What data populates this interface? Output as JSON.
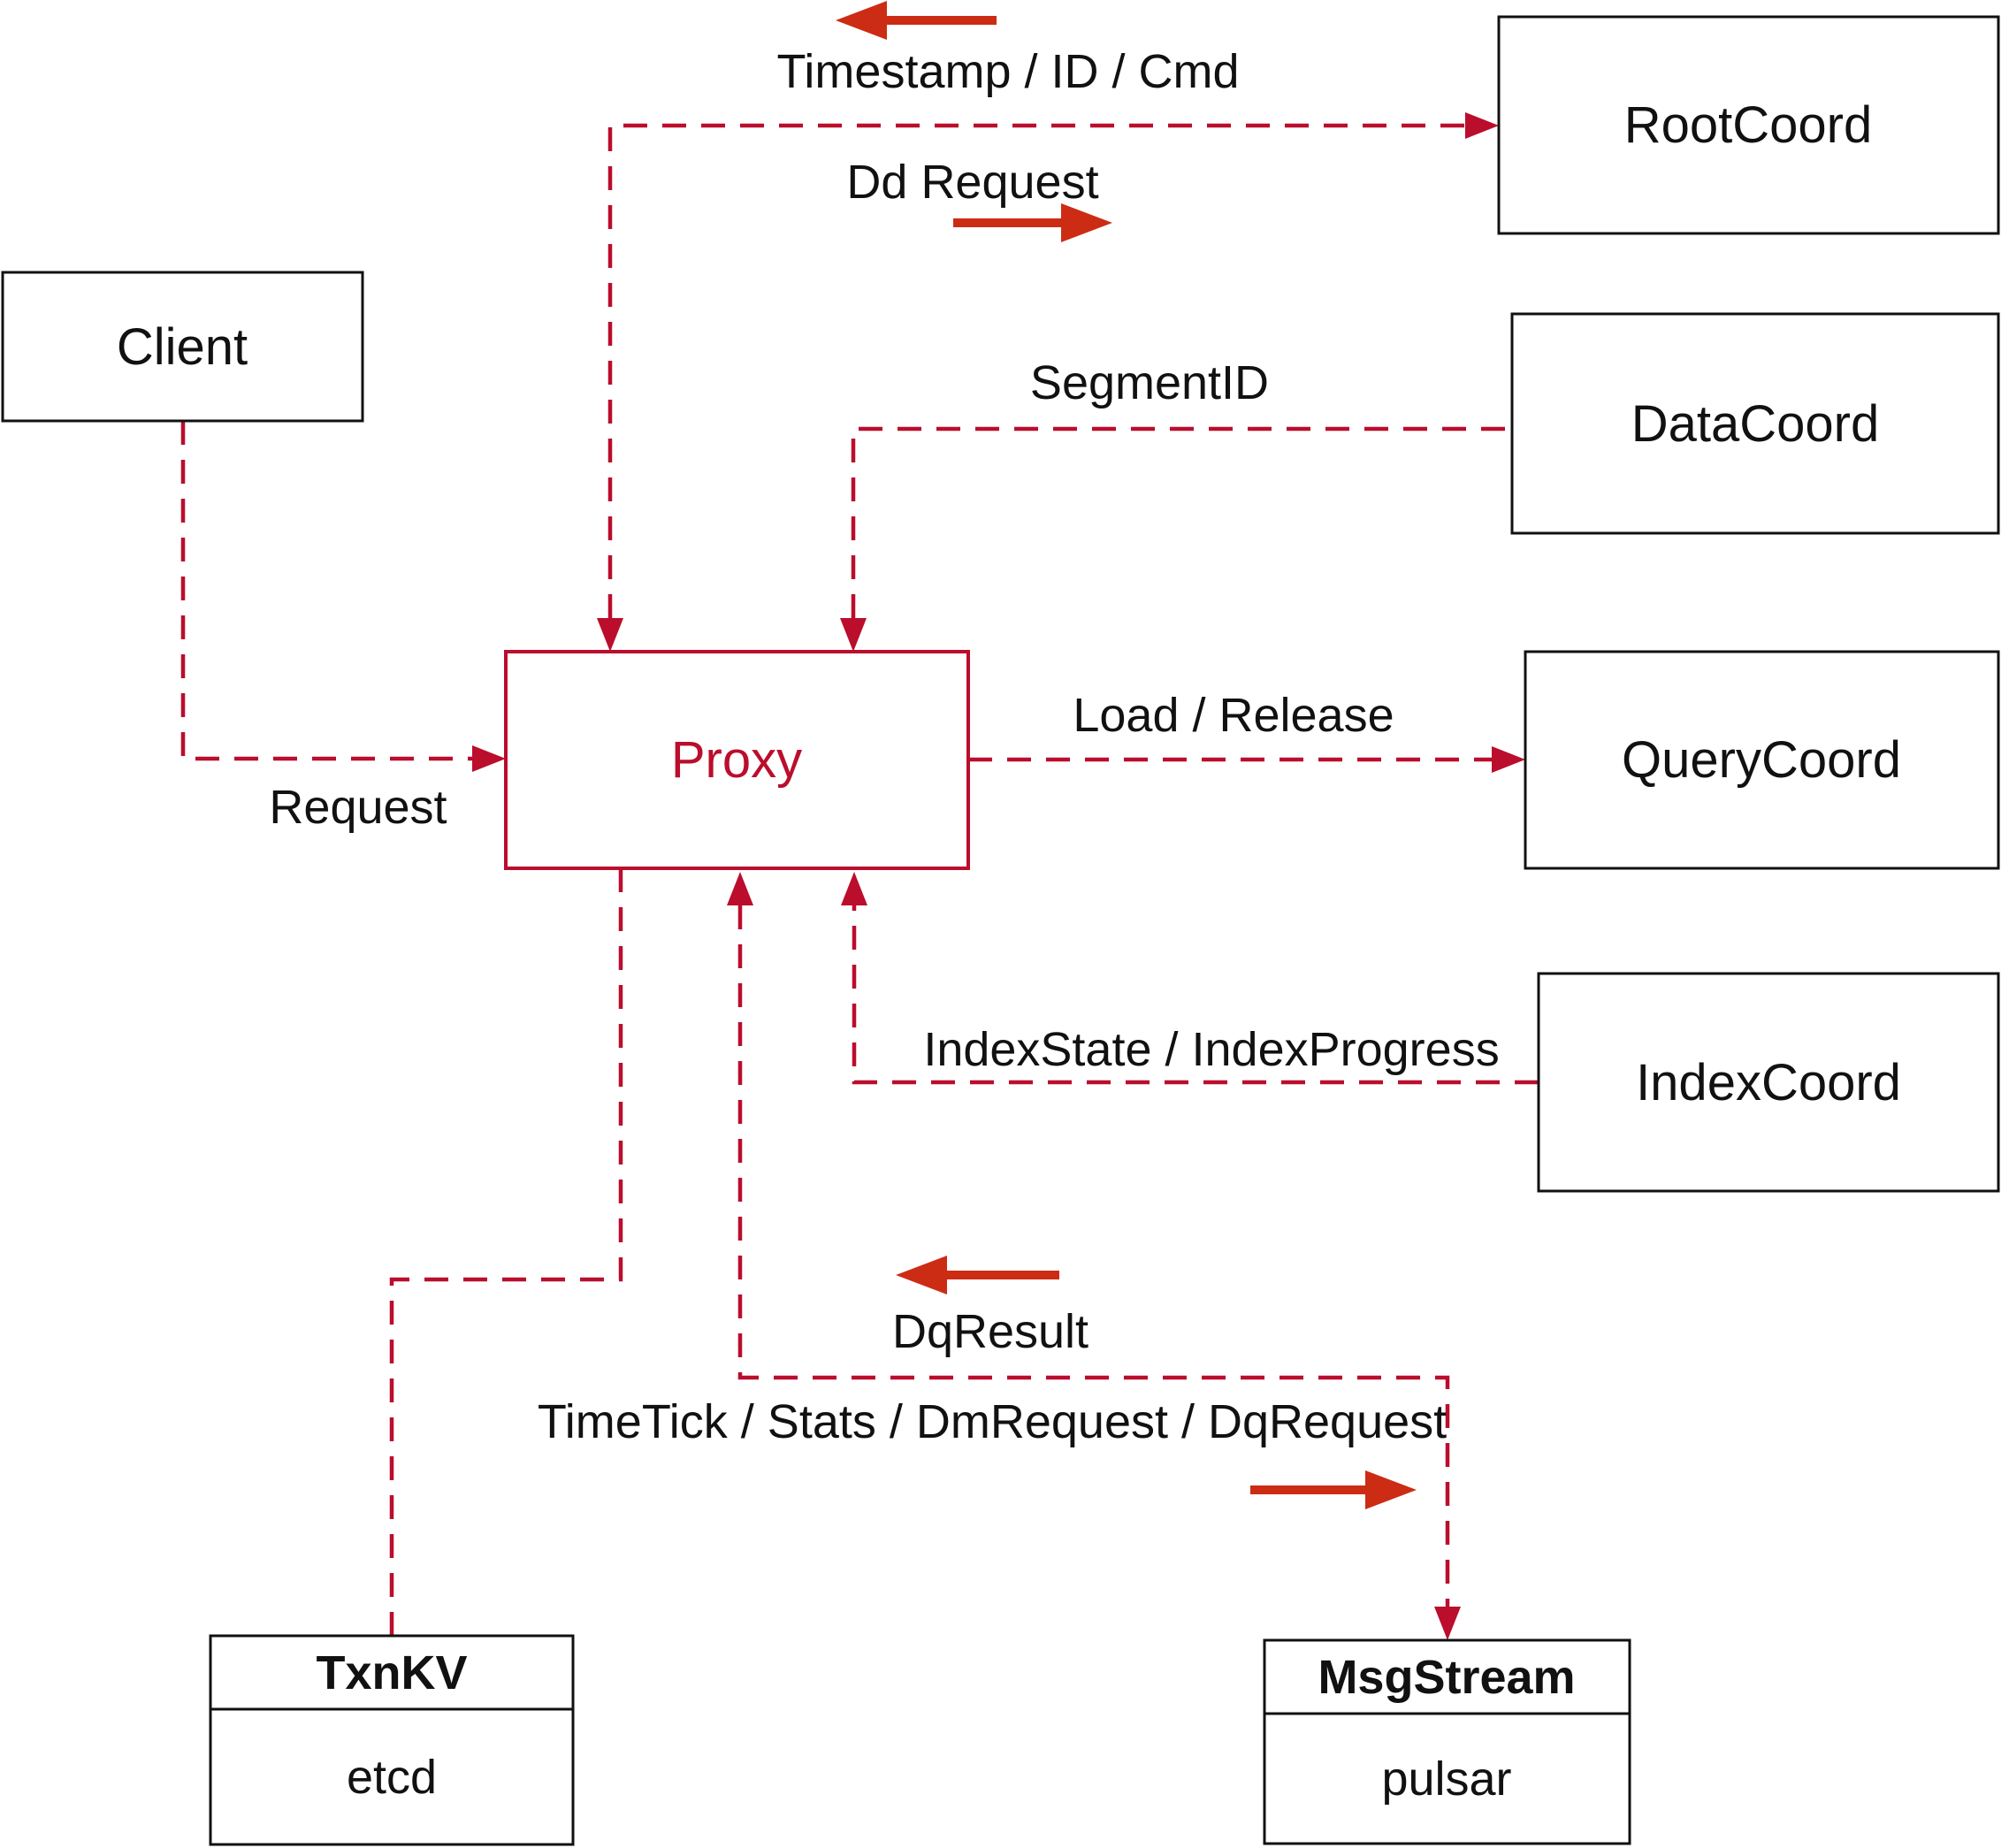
{
  "colors": {
    "line": "#bb0d2c",
    "arrow": "#cc2c14",
    "box_border": "#111111",
    "text": "#111111"
  },
  "nodes": {
    "client": {
      "label": "Client"
    },
    "root_coord": {
      "label": "RootCoord"
    },
    "data_coord": {
      "label": "DataCoord"
    },
    "query_coord": {
      "label": "QueryCoord"
    },
    "index_coord": {
      "label": "IndexCoord"
    },
    "proxy": {
      "label": "Proxy"
    },
    "txnkv": {
      "title": "TxnKV",
      "subtitle": "etcd"
    },
    "msgstream": {
      "title": "MsgStream",
      "subtitle": "pulsar"
    }
  },
  "edges": {
    "timestamp": {
      "label": "Timestamp / ID / Cmd"
    },
    "dd_request": {
      "label": "Dd Request"
    },
    "segment_id": {
      "label": "SegmentID"
    },
    "load_release": {
      "label": "Load / Release"
    },
    "request": {
      "label": "Request"
    },
    "index_state": {
      "label": "IndexState / IndexProgress"
    },
    "dq_result": {
      "label": "DqResult"
    },
    "timetick": {
      "label": "TimeTick / Stats / DmRequest / DqRequest"
    }
  }
}
